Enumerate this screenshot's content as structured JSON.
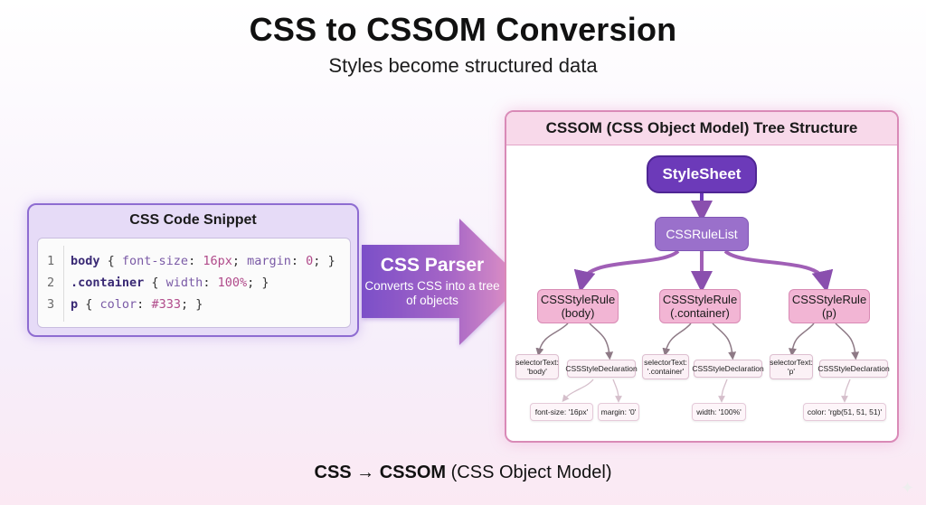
{
  "header": {
    "title": "CSS to CSSOM Conversion",
    "subtitle": "Styles become structured data"
  },
  "code_panel": {
    "title": "CSS Code Snippet",
    "lines": [
      {
        "num": "1",
        "selector": "body",
        "decls": [
          {
            "prop": "font-size",
            "value": "16px"
          },
          {
            "prop": "margin",
            "value": "0"
          }
        ]
      },
      {
        "num": "2",
        "selector": ".container",
        "decls": [
          {
            "prop": "width",
            "value": "100%"
          }
        ]
      },
      {
        "num": "3",
        "selector": "p",
        "decls": [
          {
            "prop": "color",
            "value": "#333"
          }
        ]
      }
    ]
  },
  "parser": {
    "title": "CSS Parser",
    "description": "Converts CSS into a tree of objects"
  },
  "tree": {
    "title": "CSSOM (CSS Object Model) Tree Structure",
    "root": "StyleSheet",
    "rule_list": "CSSRuleList",
    "rules": [
      {
        "type": "CSSStyleRule",
        "selector_label": "(body)",
        "selector_text_label": "selectorText:",
        "selector_text_value": "'body'",
        "declaration_label": "CSSStyleDeclaration",
        "properties": [
          "font-size: '16px'",
          "margin: '0'"
        ]
      },
      {
        "type": "CSSStyleRule",
        "selector_label": "(.container)",
        "selector_text_label": "selectorText:",
        "selector_text_value": "'.container'",
        "declaration_label": "CSSStyleDeclaration",
        "properties": [
          "width: '100%'"
        ]
      },
      {
        "type": "CSSStyleRule",
        "selector_label": "(p)",
        "selector_text_label": "selectorText:",
        "selector_text_value": "'p'",
        "declaration_label": "CSSStyleDeclaration",
        "properties": [
          "color: 'rgb(51, 51, 51)'"
        ]
      }
    ]
  },
  "footer": {
    "strong_text": "CSS → CSSOM",
    "normal_text": "(CSS Object Model)"
  },
  "colors": {
    "code_panel_border": "#8e6cd1",
    "tree_panel_border": "#d98ab7",
    "stylesheet_node": "#6c3ab9",
    "rule_list_node": "#9a70cb",
    "rule_node": "#f2b5d4",
    "arrow_start": "#7b4fc8",
    "arrow_end": "#e79ac6",
    "connector_main": "#9a5db3",
    "connector_small": "#d9c2cf"
  }
}
